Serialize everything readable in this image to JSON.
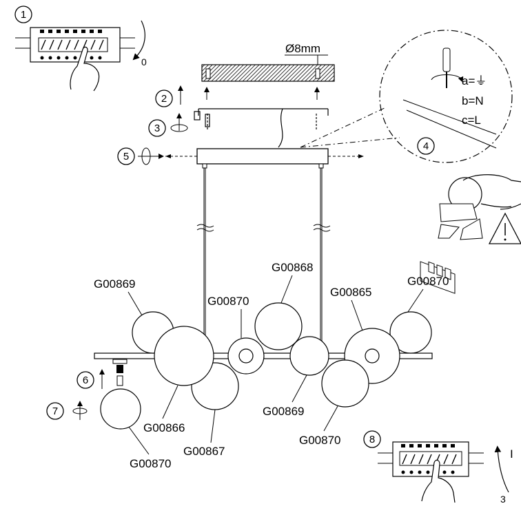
{
  "steps": {
    "s1": "1",
    "s2": "2",
    "s3": "3",
    "s4": "4",
    "s5": "5",
    "s6": "6",
    "s7": "7",
    "s8": "8"
  },
  "drill": {
    "diameter": "Ø8mm"
  },
  "switch_off": {
    "position": "0"
  },
  "switch_on": {
    "position": "I",
    "partial": "3"
  },
  "wiring": {
    "a": "a=⏚",
    "b": "b=N",
    "c": "c=L"
  },
  "parts": {
    "left_top": "G00869",
    "center_small": "G00870",
    "center_top": "G00868",
    "right_mid": "G00865",
    "right_top": "G00870",
    "bottom_large": "G00866",
    "bottom_mid": "G00867",
    "center_low": "G00869",
    "right_low": "G00870",
    "removed_globe": "G00870"
  },
  "icons": [
    "circuit-breaker-icon",
    "hand-icon",
    "screwdriver-icon",
    "rotate-arrow-icon",
    "warning-triangle-icon",
    "broken-glass-icon",
    "ground-symbol-icon"
  ]
}
